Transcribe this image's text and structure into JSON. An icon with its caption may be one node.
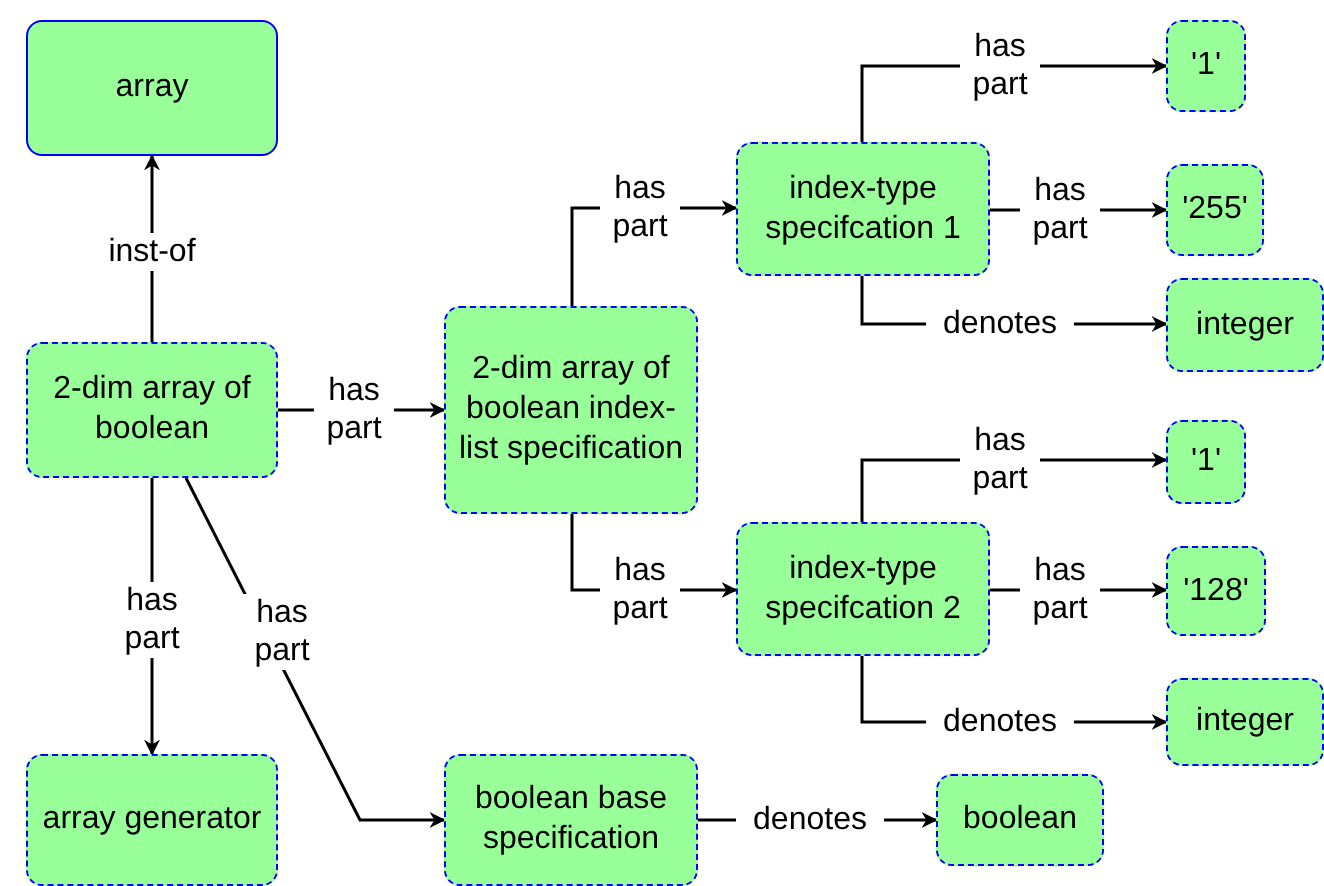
{
  "diagram": {
    "nodes": [
      {
        "text": [
          "array"
        ]
      },
      {
        "text": [
          "2-dim array of boolean"
        ]
      },
      {
        "text": [
          "2-dim array of boolean index-list specification"
        ]
      },
      {
        "text": [
          "index-type specifcation 1"
        ]
      },
      {
        "text": [
          "'1'"
        ]
      },
      {
        "text": [
          "'255'"
        ]
      },
      {
        "text": [
          "integer"
        ]
      },
      {
        "text": [
          "index-type specifcation 2"
        ]
      },
      {
        "text": [
          "'1'"
        ]
      },
      {
        "text": [
          "'128'"
        ]
      },
      {
        "text": [
          "integer"
        ]
      },
      {
        "text": [
          "array generator"
        ]
      },
      {
        "text": [
          "boolean base specification"
        ]
      },
      {
        "text": [
          "boolean"
        ]
      }
    ],
    "edges": [
      {
        "from": 1,
        "to": 0,
        "arrow": "to",
        "label": "inst-of"
      },
      {
        "from": 1,
        "to": 2,
        "arrow": "to",
        "label": "has part"
      },
      {
        "from": 2,
        "to": 3,
        "arrow": "to",
        "label": "has part"
      },
      {
        "from": 3,
        "to": 4,
        "arrow": "to",
        "label": "has part"
      },
      {
        "from": 3,
        "to": 5,
        "arrow": "to",
        "label": "has part"
      },
      {
        "from": 3,
        "to": 6,
        "arrow": "to",
        "label": "denotes"
      },
      {
        "from": 2,
        "to": 7,
        "arrow": "to",
        "label": "has part"
      },
      {
        "from": 7,
        "to": 8,
        "arrow": "to",
        "label": "has part"
      },
      {
        "from": 7,
        "to": 9,
        "arrow": "to",
        "label": "has part"
      },
      {
        "from": 7,
        "to": 10,
        "arrow": "to",
        "label": "denotes"
      },
      {
        "from": 1,
        "to": 11,
        "arrow": "to",
        "label": "has part"
      },
      {
        "from": 1,
        "to": 12,
        "arrow": "to",
        "label": "has part"
      },
      {
        "from": 12,
        "to": 13,
        "arrow": "to",
        "label": "denotes"
      }
    ]
  }
}
